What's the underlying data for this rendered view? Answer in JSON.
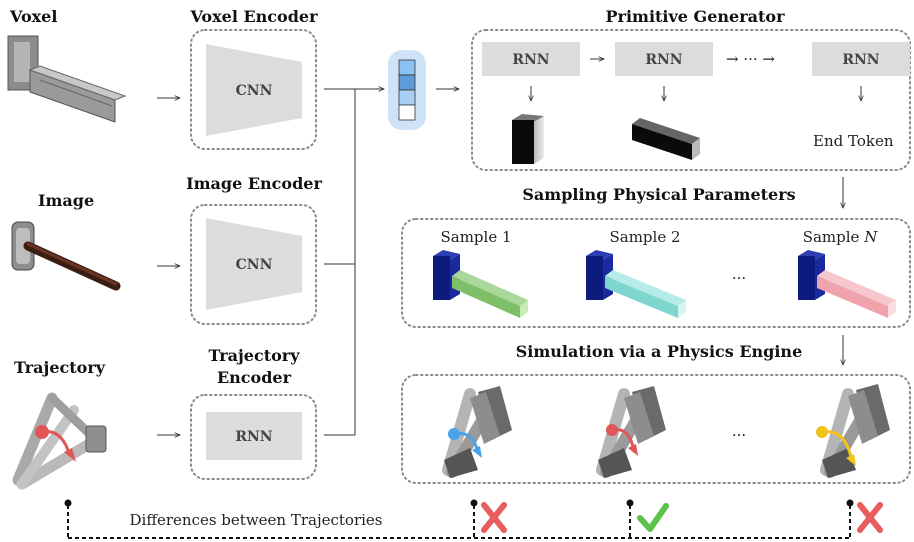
{
  "inputs": {
    "voxel": "Voxel",
    "image": "Image",
    "trajectory": "Trajectory"
  },
  "encoders": {
    "voxel_title": "Voxel Encoder",
    "image_title": "Image Encoder",
    "trajectory_title_line1": "Trajectory",
    "trajectory_title_line2": "Encoder",
    "cnn": "CNN",
    "rnn": "RNN"
  },
  "generator": {
    "title": "Primitive Generator",
    "rnn": "RNN",
    "ellipsis_arrow": "→ ··· →",
    "end_token": "End Token"
  },
  "sampling": {
    "title": "Sampling Physical Parameters",
    "sample1": "Sample 1",
    "sample2": "Sample 2",
    "sampleN_prefix": "Sample ",
    "sampleN_var": "N",
    "ellipsis": "···"
  },
  "simulation": {
    "title": "Simulation via a Physics Engine",
    "ellipsis": "···"
  },
  "feedback": {
    "label": "Differences between Trajectories"
  },
  "colors": {
    "cross": "#e85d5d",
    "check": "#5cc24a",
    "latent": "#7fb2e8",
    "sample1_bar": "#7fbf6a",
    "sample2_bar": "#7fd6cf",
    "sampleN_bar": "#efa3ad",
    "blue_block": "#1a2a9e"
  }
}
